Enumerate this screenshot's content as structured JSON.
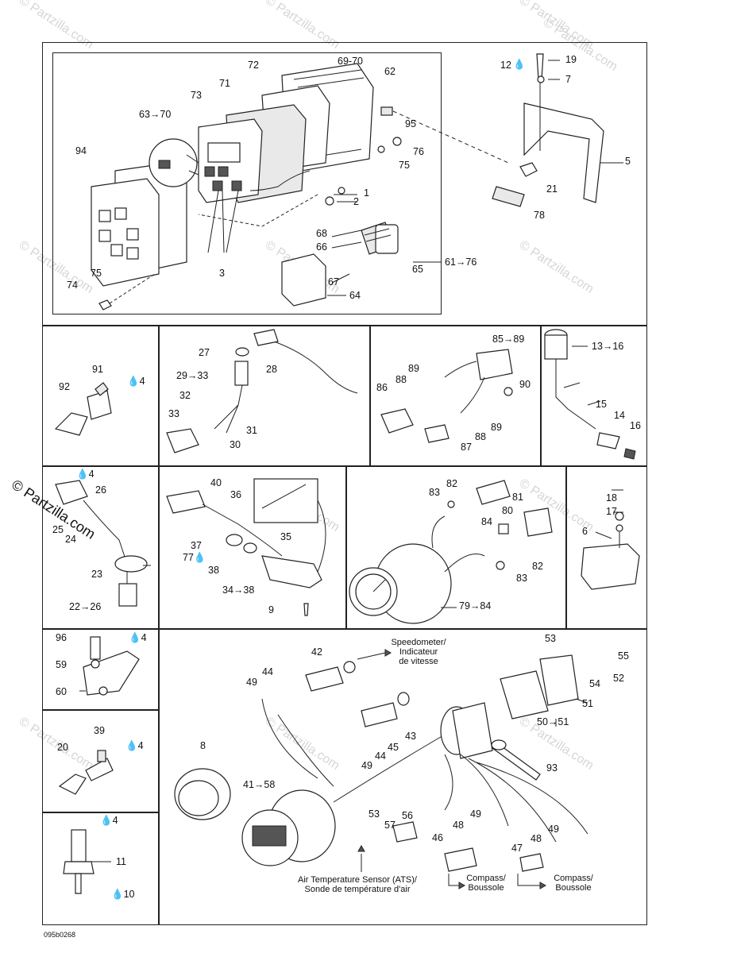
{
  "watermark": {
    "text": "© Partzilla.com"
  },
  "diagram_code": "095b0268",
  "labels": {
    "p12": "12",
    "p19": "19",
    "p7": "7",
    "p62": "62",
    "p72": "72",
    "p6970": "69-70",
    "p71": "71",
    "p73": "73",
    "p6370": "63→70",
    "p94": "94",
    "p95": "95",
    "p76": "76",
    "p75a": "75",
    "p5": "5",
    "p1": "1",
    "p2": "2",
    "p21": "21",
    "p78": "78",
    "p68": "68",
    "p66": "66",
    "p65": "65",
    "p6176": "61→76",
    "p67": "67",
    "p3": "3",
    "p75b": "75",
    "p74": "74",
    "p64": "64",
    "p91": "91",
    "p92": "92",
    "p4a": "4",
    "p27": "27",
    "p2933": "29→33",
    "p28": "28",
    "p32": "32",
    "p33": "33",
    "p31": "31",
    "p30": "30",
    "p8589": "85→89",
    "p89a": "89",
    "p88a": "88",
    "p86": "86",
    "p90": "90",
    "p89b": "89",
    "p88b": "88",
    "p87": "87",
    "p1316": "13→16",
    "p15": "15",
    "p14": "14",
    "p16": "16",
    "p4b": "4",
    "p26": "26",
    "p25": "25",
    "p24": "24",
    "p23": "23",
    "p2226": "22→26",
    "p40": "40",
    "p36": "36",
    "p35": "35",
    "p37": "37",
    "p77": "77",
    "p38": "38",
    "p3438": "34→38",
    "p9": "9",
    "p82a": "82",
    "p81": "81",
    "p83a": "83",
    "p80": "80",
    "p84": "84",
    "p82b": "82",
    "p83b": "83",
    "p7984": "79→84",
    "p18": "18",
    "p17": "17",
    "p6": "6",
    "p96": "96",
    "p4c": "4",
    "p59": "59",
    "p60": "60",
    "p39": "39",
    "p20": "20",
    "p4d": "4",
    "p4e": "4",
    "p11": "11",
    "p10": "10",
    "p42": "42",
    "p44a": "44",
    "p49a": "49",
    "p43": "43",
    "p45": "45",
    "p44b": "44",
    "p49b": "49",
    "p53a": "53",
    "p55": "55",
    "p54": "54",
    "p52": "52",
    "p51": "51",
    "p5051": "50→51",
    "p93": "93",
    "p8": "8",
    "p4158": "41→58",
    "p56": "56",
    "p57": "57",
    "p53b": "53",
    "p49c": "49",
    "p48a": "48",
    "p46": "46",
    "p47": "47",
    "p48b": "48",
    "p49d": "49"
  },
  "callouts": {
    "speedometer_en": "Speedometer/",
    "speedometer_fr1": "Indicateur",
    "speedometer_fr2": "de vitesse",
    "ats_en": "Air Temperature Sensor (ATS)/",
    "ats_fr": "Sonde de température d'air",
    "compass1_en": "Compass/",
    "compass1_fr": "Boussole",
    "compass2_en": "Compass/",
    "compass2_fr": "Boussole"
  }
}
